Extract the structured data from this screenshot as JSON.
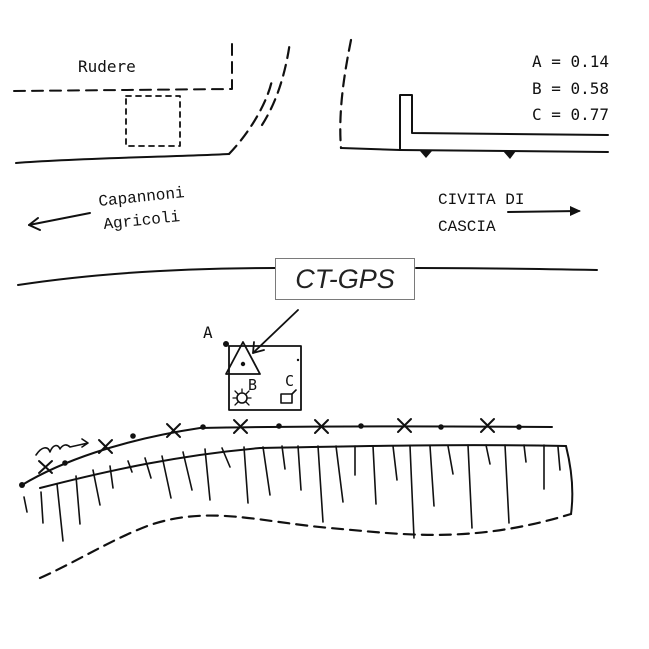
{
  "labels": {
    "ruin": "Rudere",
    "farm_sheds_line1": "Capannoni",
    "farm_sheds_line2": "Agricoli",
    "town_line1": "CIVITA DI",
    "town_line2": "CASCIA",
    "station": "CT-GPS",
    "point_a": "A",
    "point_b": "B",
    "point_c": "C"
  },
  "legend": [
    {
      "text": "A = 0.14"
    },
    {
      "text": "B = 0.58"
    },
    {
      "text": "C = 0.77"
    }
  ]
}
